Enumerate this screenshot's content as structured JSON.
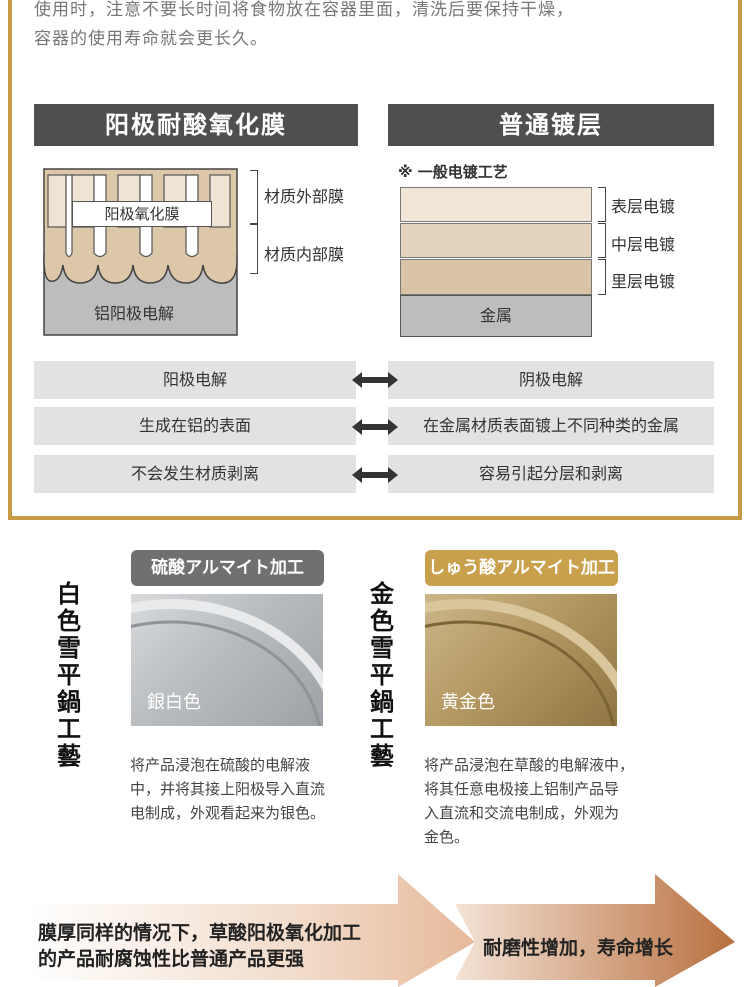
{
  "intro": {
    "line1": "使用时，注意不要长时间将食物放在容器里面，清洗后要保持干燥，",
    "line2": "容器的使用寿命就会更长久。"
  },
  "left_column": {
    "title": "阳极耐酸氧化膜",
    "film_label": "阳极氧化膜",
    "outer_label": "材质外部膜",
    "inner_label": "材质内部膜",
    "base_label": "铝阳极电解"
  },
  "right_column": {
    "title": "普通镀层",
    "note": "※ 一般电镀工艺",
    "layers": [
      "表层电镀",
      "中层电镀",
      "里层电镀"
    ],
    "metal_label": "金属"
  },
  "comparison": [
    {
      "left": "阳极电解",
      "right": "阴极电解"
    },
    {
      "left": "生成在铝的表面",
      "right": "在金属材质表面镀上不同种类的金属"
    },
    {
      "left": "不会发生材质剥离",
      "right": "容易引起分层和剥离"
    }
  ],
  "silver": {
    "calligraphy": [
      "白",
      "色",
      "雪",
      "平",
      "鍋",
      "工",
      "藝"
    ],
    "badge": "硫酸アルマイト加工",
    "plate_label": "銀白色",
    "desc_lines": [
      "将产品浸泡在硫酸的电解液",
      "中，并将其接上阳极导入直流",
      "电制成，外观看起来为银色。"
    ]
  },
  "gold": {
    "calligraphy": [
      "金",
      "色",
      "雪",
      "平",
      "鍋",
      "工",
      "藝"
    ],
    "badge": "しゅう酸アルマイト加工",
    "plate_label": "黄金色",
    "desc_lines": [
      "将产品浸泡在草酸的电解液中，",
      "将其任意电极接上铝制产品导",
      "入直流和交流电制成，外观为",
      "金色。"
    ]
  },
  "bottom": {
    "left_line1": "膜厚同样的情况下，草酸阳极氧化加工",
    "left_line2": "的产品耐腐蚀性比普通产品更强",
    "right_text": "耐磨性增加，寿命增长"
  },
  "colors": {
    "gold_border": "#c79a45",
    "title_bg": "#4f4f4f",
    "row_bg": "#e2e2e2",
    "film_color": "#dcc7a8",
    "silver_badge": "#707070",
    "gold_badge": "#c9a14d"
  }
}
